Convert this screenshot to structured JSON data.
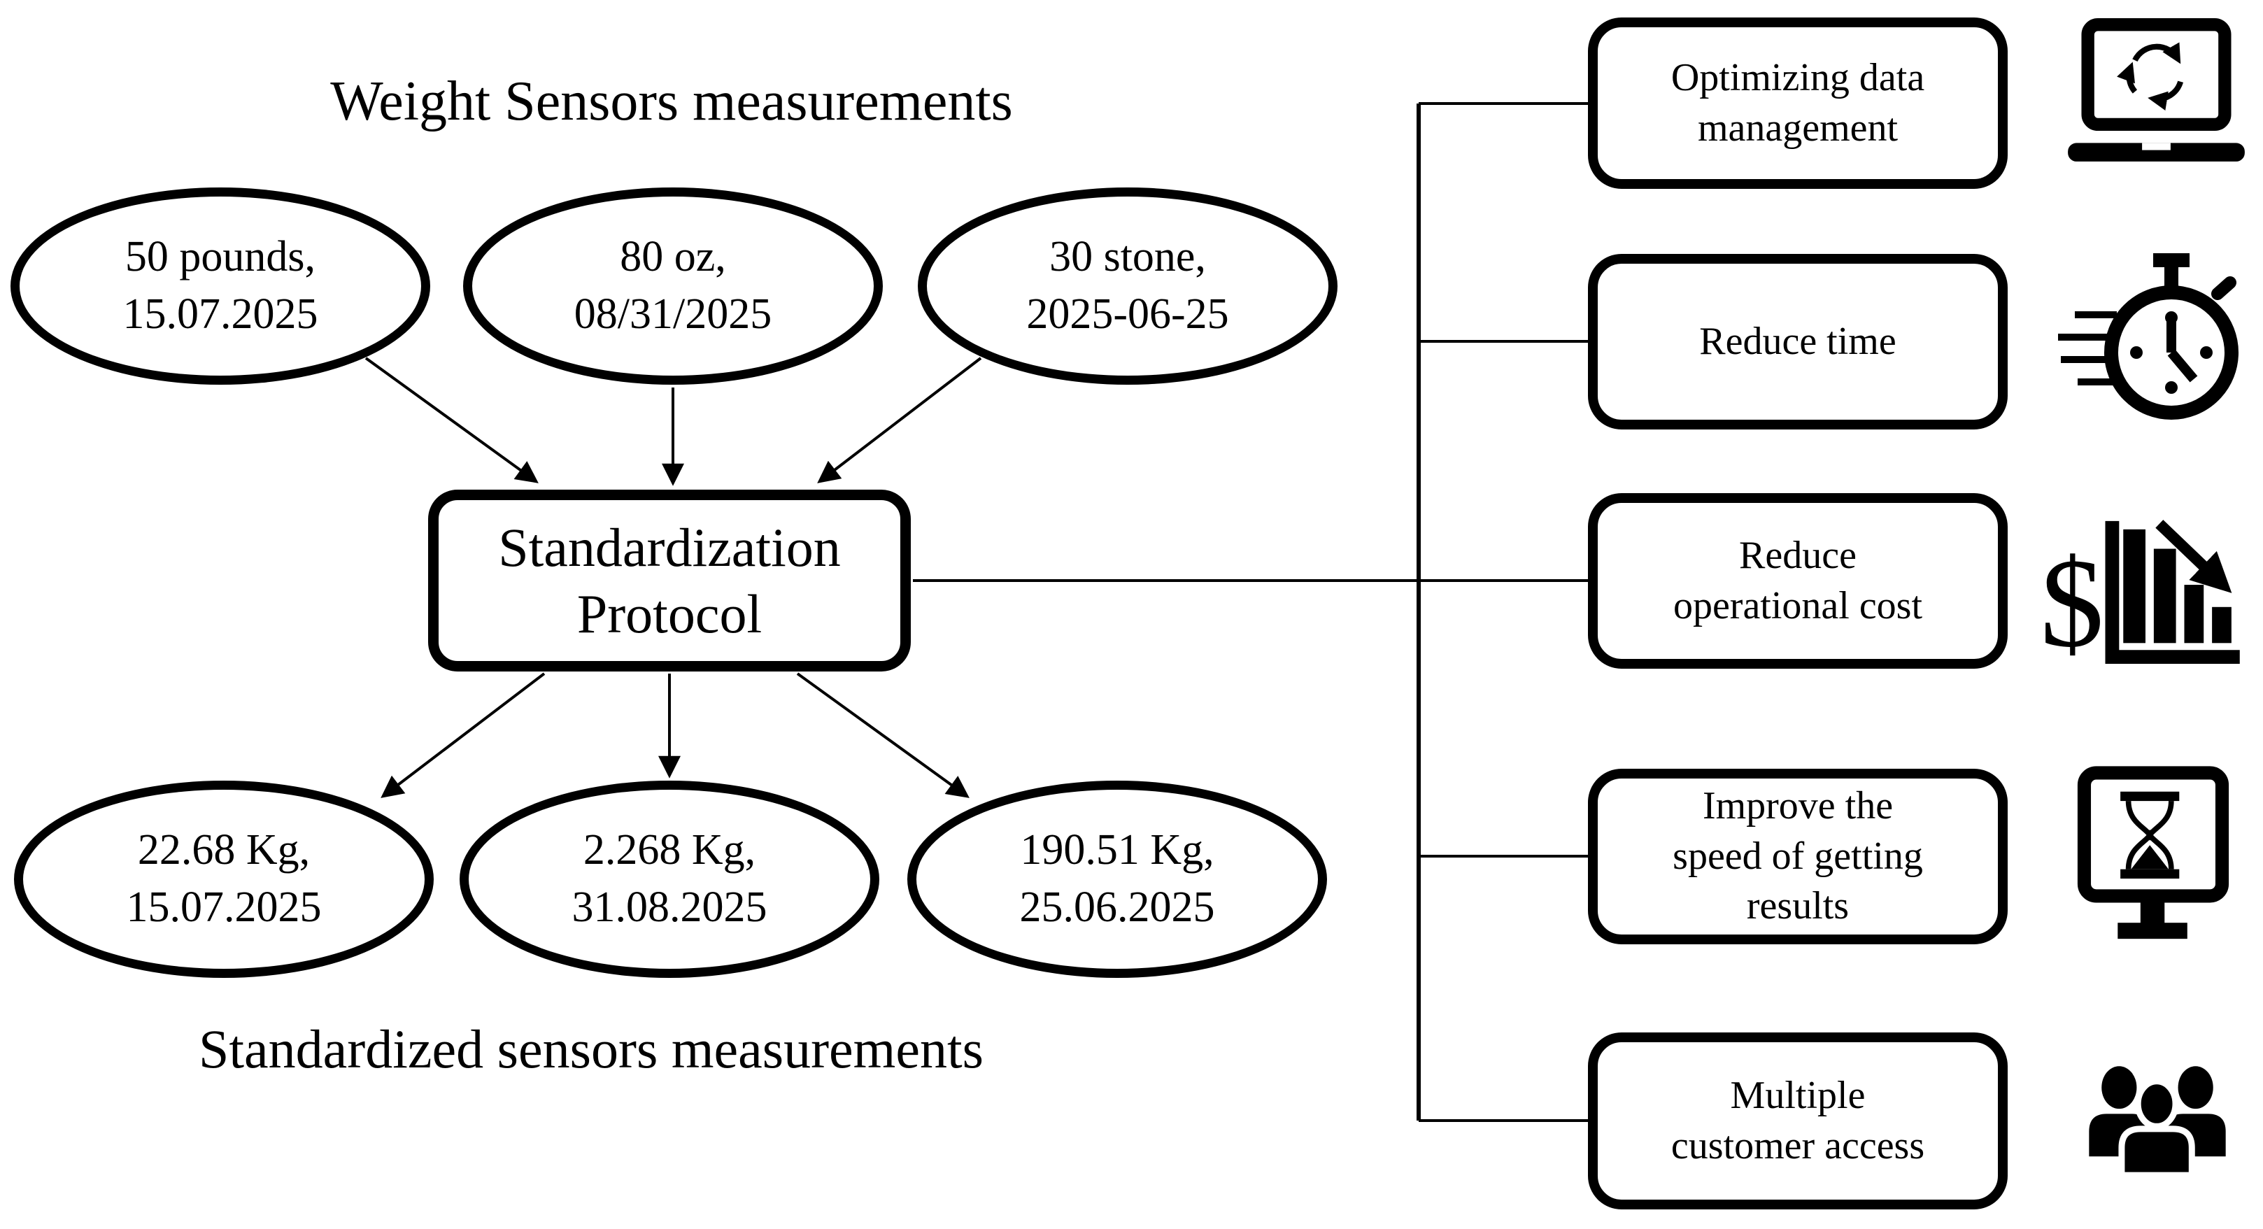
{
  "title": "Weight Sensors measurements",
  "subtitle": "Standardized sensors measurements",
  "protocol": {
    "line1": "Standardization",
    "line2": "Protocol"
  },
  "inputs": [
    {
      "line1": "50 pounds,",
      "line2": "15.07.2025"
    },
    {
      "line1": "80 oz,",
      "line2": "08/31/2025"
    },
    {
      "line1": "30 stone,",
      "line2": "2025-06-25"
    }
  ],
  "outputs": [
    {
      "line1": "22.68 Kg,",
      "line2": "15.07.2025"
    },
    {
      "line1": "2.268 Kg,",
      "line2": "31.08.2025"
    },
    {
      "line1": "190.51 Kg,",
      "line2": "25.06.2025"
    }
  ],
  "benefits": [
    {
      "label": "Optimizing data management",
      "icon": "laptop-sync-icon"
    },
    {
      "label": "Reduce time",
      "icon": "stopwatch-speed-icon"
    },
    {
      "label": "Reduce operational cost",
      "icon": "cost-decrease-chart-icon"
    },
    {
      "label": "Improve the speed of getting results",
      "icon": "monitor-hourglass-icon"
    },
    {
      "label": "Multiple customer access",
      "icon": "people-group-icon"
    }
  ],
  "colors": {
    "foreground": "#000000",
    "background": "#ffffff"
  }
}
